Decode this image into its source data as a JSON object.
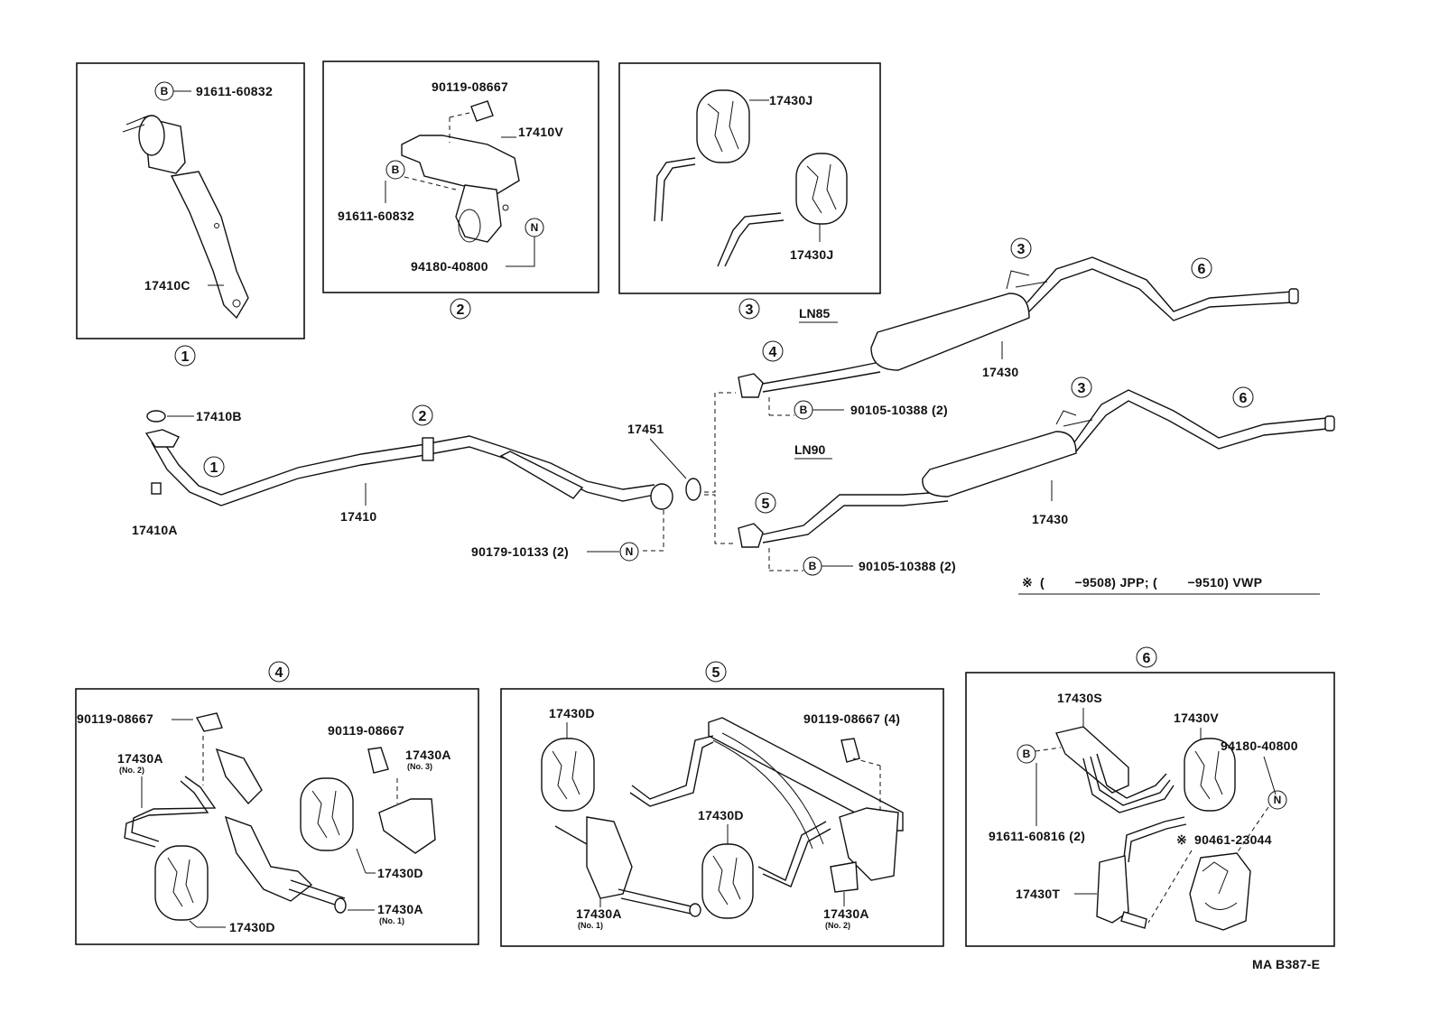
{
  "diagram_id": "MA B387-E",
  "footnote": {
    "mark": "※",
    "text1": "(        −9508) JPP; (        −9510) VWP"
  },
  "models": {
    "ln85": "LN85",
    "ln90": "LN90"
  },
  "callouts": {
    "c1": "1",
    "c2": "2",
    "c3": "3",
    "c4": "4",
    "c5": "5",
    "c6": "6"
  },
  "letters": {
    "b": "B",
    "n": "N"
  },
  "box1": {
    "p1": "91611-60832",
    "p2": "17410C"
  },
  "box2": {
    "p1": "90119-08667",
    "p2": "17410V",
    "p3": "91611-60832",
    "p4": "94180-40800"
  },
  "box3": {
    "p1": "17430J",
    "p2": "17430J"
  },
  "main": {
    "p_17410B": "17410B",
    "p_17410A": "17410A",
    "p_17410": "17410",
    "p_17451": "17451",
    "p_90179": "90179-10133 (2)",
    "p_90105a": "90105-10388 (2)",
    "p_90105b": "90105-10388 (2)",
    "p_17430a": "17430",
    "p_17430b": "17430"
  },
  "box4": {
    "p1": "90119-08667",
    "p2": "90119-08667",
    "p3": "17430A",
    "p3sub": "(No. 2)",
    "p4": "17430A",
    "p4sub": "(No. 3)",
    "p5": "17430D",
    "p6": "17430D",
    "p7": "17430A",
    "p7sub": "(No. 1)"
  },
  "box5": {
    "p1": "17430D",
    "p2": "90119-08667 (4)",
    "p3": "17430D",
    "p4": "17430A",
    "p4sub": "(No. 1)",
    "p5": "17430A",
    "p5sub": "(No. 2)"
  },
  "box6": {
    "p1": "17430S",
    "p2": "17430V",
    "p3": "94180-40800",
    "p4": "91611-60816 (2)",
    "p5": "90461-23044",
    "p5mark": "※",
    "p6": "17430T"
  }
}
